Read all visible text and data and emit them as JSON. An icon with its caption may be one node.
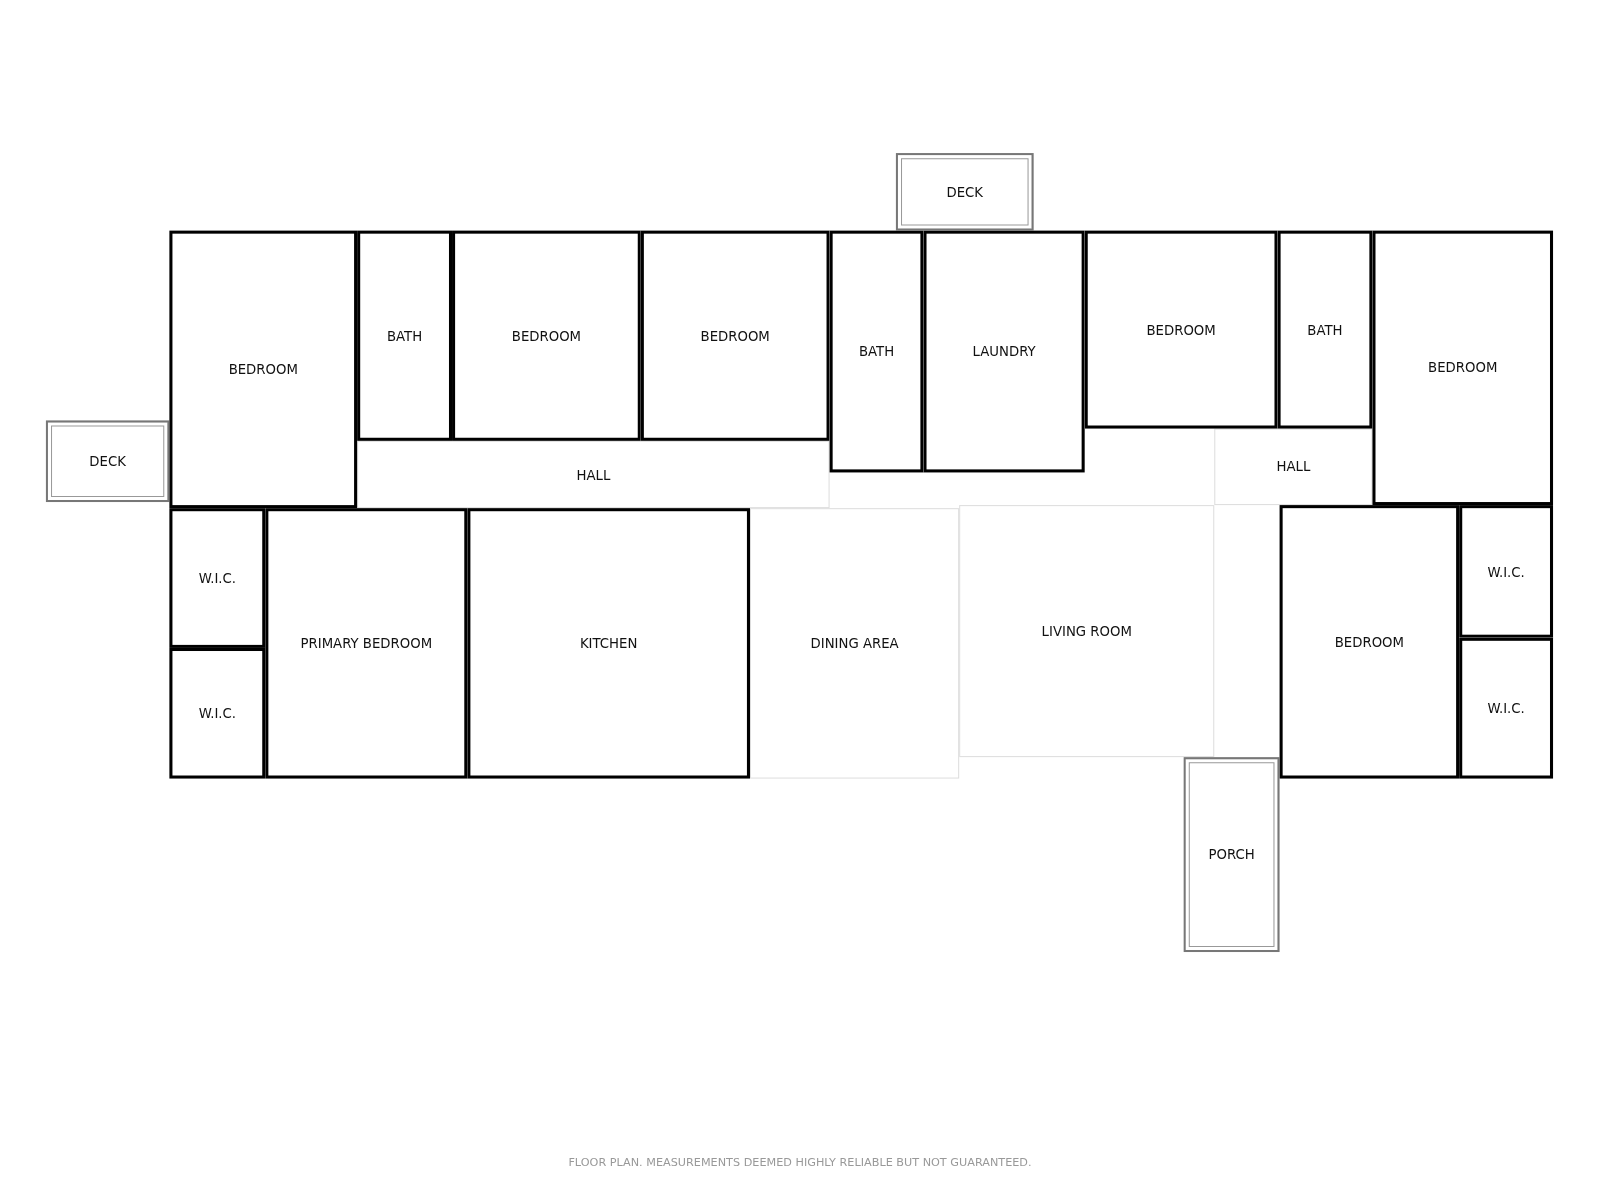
{
  "diagram": {
    "nodes": [
      {
        "text": [
          "DECK"
        ]
      },
      {
        "text": [
          "BEDROOM"
        ]
      },
      {
        "text": [
          "BATH"
        ]
      },
      {
        "text": [
          "BEDROOM"
        ]
      },
      {
        "text": [
          "BEDROOM"
        ]
      },
      {
        "text": [
          "BATH"
        ]
      },
      {
        "text": [
          "LAUNDRY"
        ]
      },
      {
        "text": [
          "BEDROOM"
        ]
      },
      {
        "text": [
          "BATH"
        ]
      },
      {
        "text": [
          "BEDROOM"
        ]
      },
      {
        "text": [
          "DECK"
        ]
      },
      {
        "text": [
          "HALL"
        ]
      },
      {
        "text": [
          "HALL"
        ]
      },
      {
        "text": [
          "W.I.C."
        ]
      },
      {
        "text": [
          "W.I.C."
        ]
      },
      {
        "text": [
          "PRIMARY BEDROOM"
        ]
      },
      {
        "text": [
          "KITCHEN"
        ]
      },
      {
        "text": [
          "DINING AREA"
        ]
      },
      {
        "text": [
          "LIVING ROOM"
        ]
      },
      {
        "text": [
          "BEDROOM"
        ]
      },
      {
        "text": [
          "W.I.C."
        ]
      },
      {
        "text": [
          "W.I.C."
        ]
      },
      {
        "text": [
          "PORCH"
        ]
      }
    ],
    "labels": [
      "FLOOR PLAN. MEASUREMENTS DEEMED HIGHLY RELIABLE BUT NOT GUARANTEED."
    ]
  }
}
